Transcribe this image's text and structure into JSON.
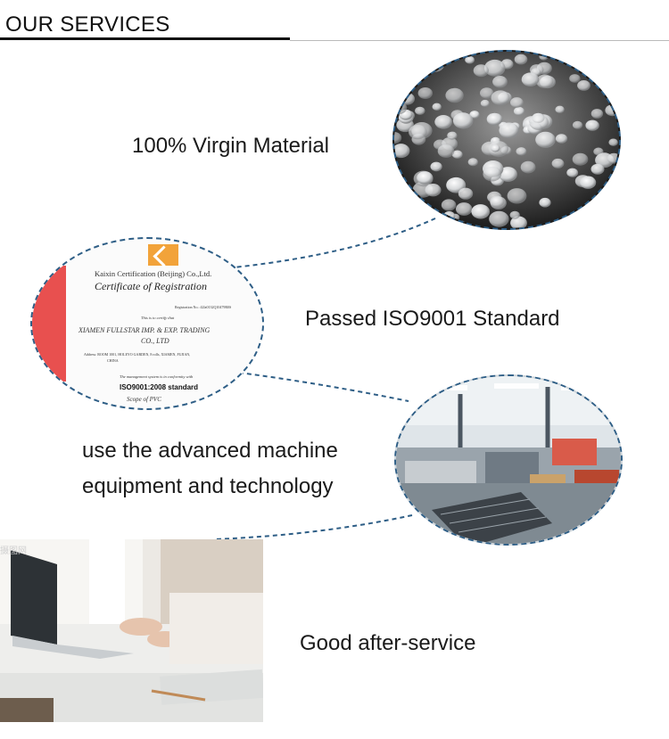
{
  "header": {
    "title": "OUR SERVICES"
  },
  "services": [
    {
      "caption": "100% Virgin Material"
    },
    {
      "caption": "Passed ISO9001 Standard"
    },
    {
      "caption_line1": "use the advanced machine",
      "caption_line2": "equipment and technology"
    },
    {
      "caption": "Good after-service"
    }
  ],
  "certificate": {
    "issuer": "Kaixin Certification (Beijing) Co.,Ltd.",
    "title": "Certificate of Registration",
    "registration": "Registration No.: 42la0132Q10479R0S",
    "certify": "This is to certify that",
    "company_line1": "XIAMEN FULLSTAR IMP. & EXP. TRADING",
    "company_line2": "CO., LTD",
    "address_line1": "Address: ROOM 1001, HOLEYO GARDEN, 8 rolls, XIAMEN, FUJIAN,",
    "address_line2": "CHINA",
    "conformity": "The management system is in conformity with",
    "standard": "ISO9001:2008 standard",
    "scope": "Scope of PVC"
  },
  "watermark": "摄图网",
  "colors": {
    "dashed_border": "#2e5e86",
    "header_rule": "#111111",
    "cert_accent": "#e8504f"
  }
}
